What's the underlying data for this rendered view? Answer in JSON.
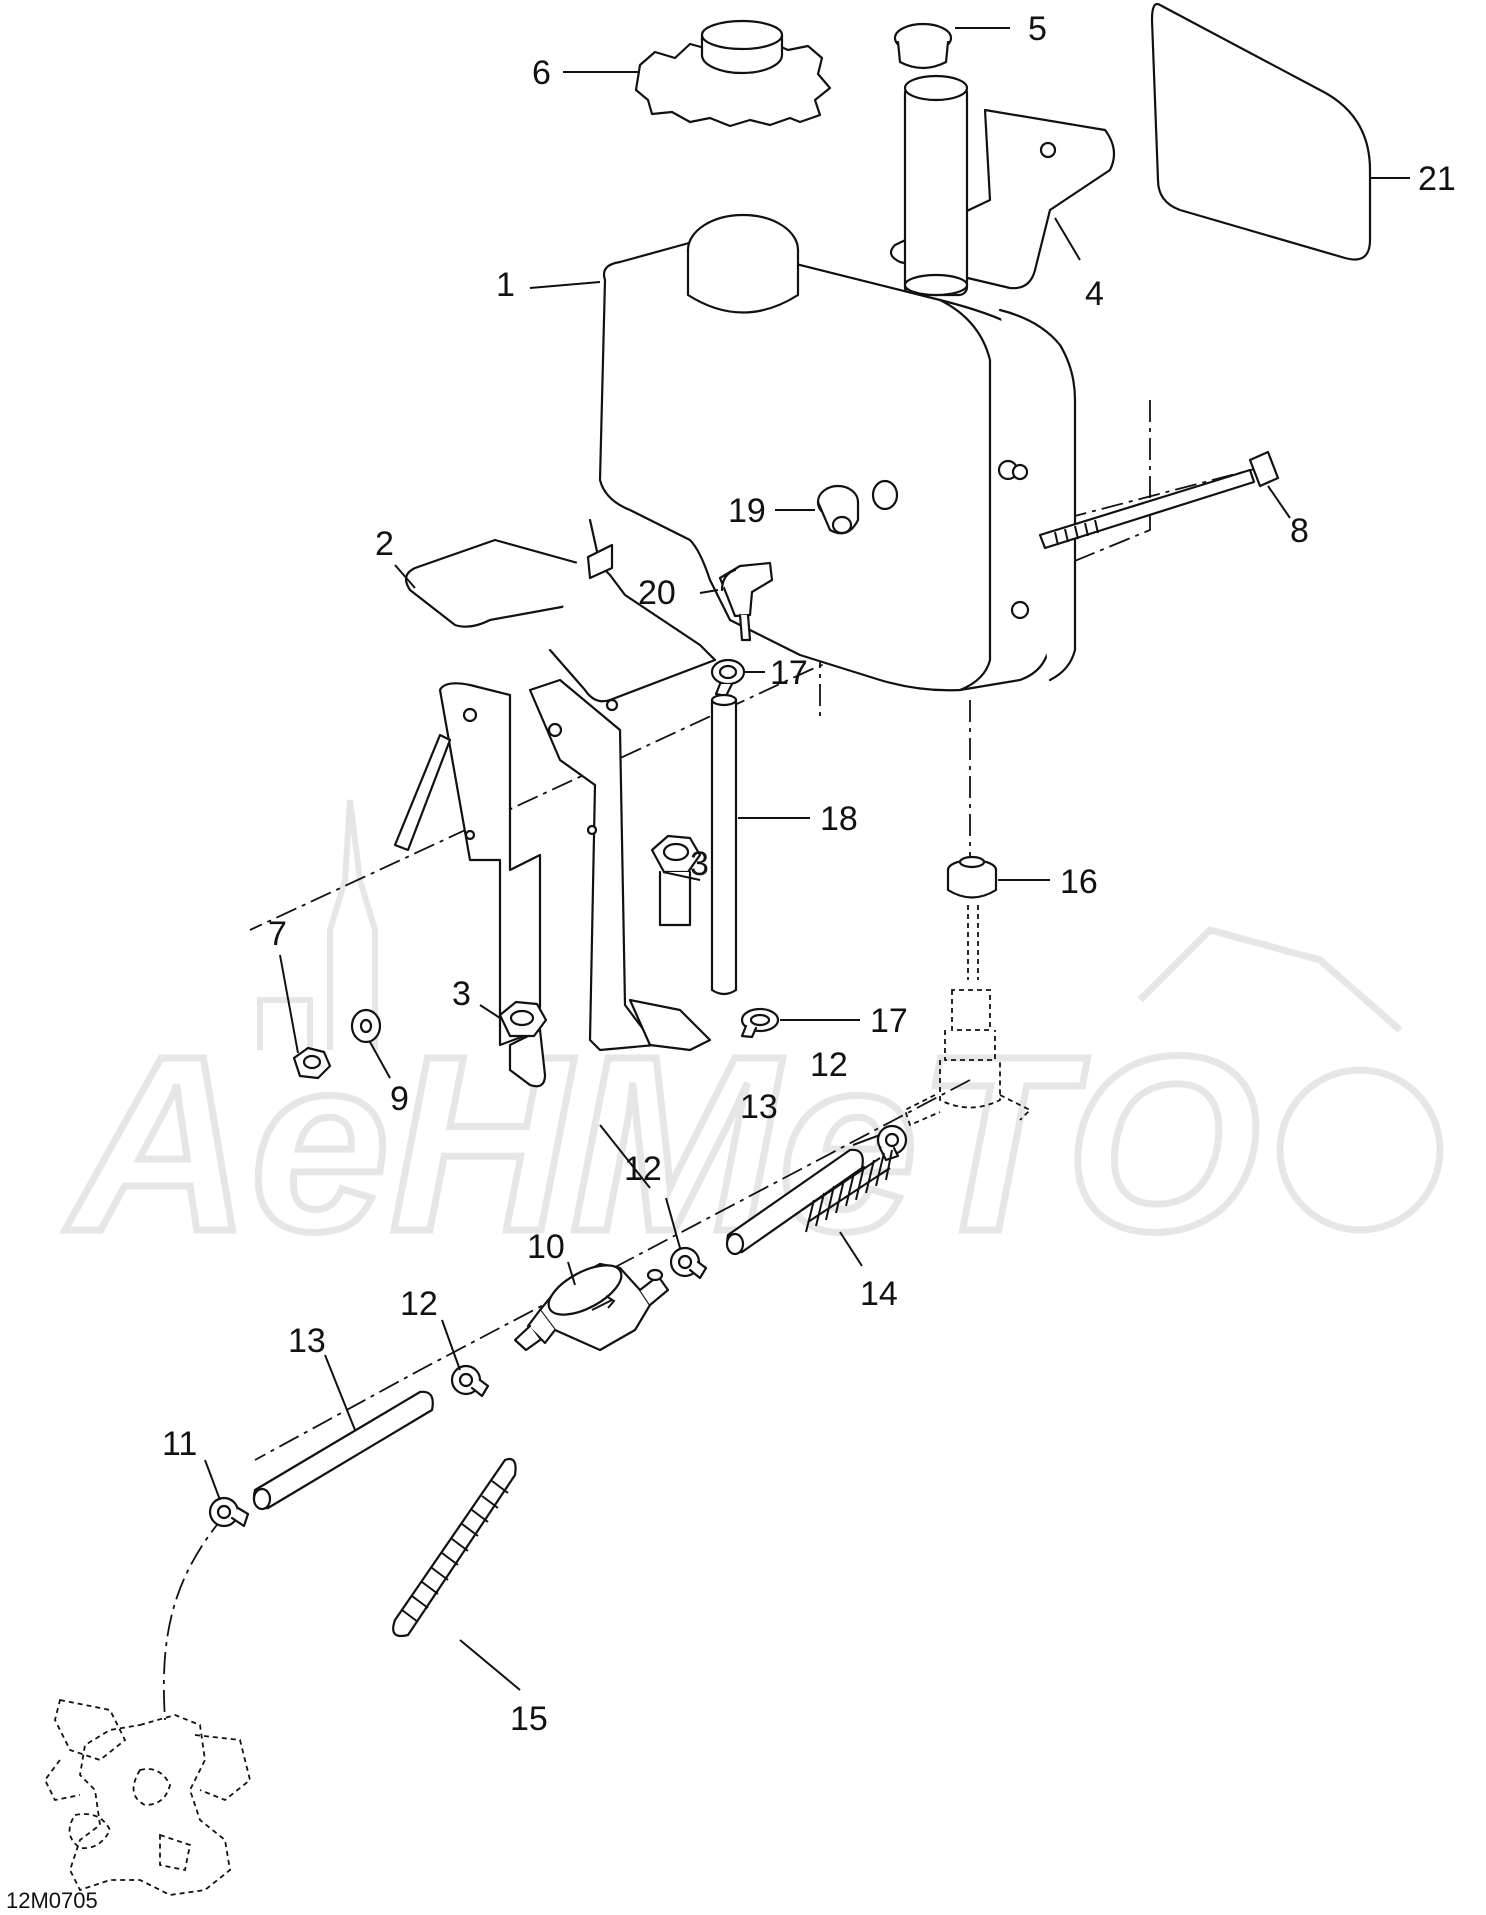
{
  "watermark": "AeHMeTO",
  "drawing_code": "12M0705",
  "callouts": [
    {
      "id": "1",
      "label": "1"
    },
    {
      "id": "2",
      "label": "2"
    },
    {
      "id": "3a",
      "label": "3"
    },
    {
      "id": "3b",
      "label": "3"
    },
    {
      "id": "4",
      "label": "4"
    },
    {
      "id": "5",
      "label": "5"
    },
    {
      "id": "6",
      "label": "6"
    },
    {
      "id": "7",
      "label": "7"
    },
    {
      "id": "8",
      "label": "8"
    },
    {
      "id": "9",
      "label": "9"
    },
    {
      "id": "10",
      "label": "10"
    },
    {
      "id": "11",
      "label": "11"
    },
    {
      "id": "12a",
      "label": "12"
    },
    {
      "id": "12b",
      "label": "12"
    },
    {
      "id": "12c",
      "label": "12"
    },
    {
      "id": "13a",
      "label": "13"
    },
    {
      "id": "13b",
      "label": "13"
    },
    {
      "id": "14",
      "label": "14"
    },
    {
      "id": "15",
      "label": "15"
    },
    {
      "id": "16",
      "label": "16"
    },
    {
      "id": "17a",
      "label": "17"
    },
    {
      "id": "17b",
      "label": "17"
    },
    {
      "id": "18",
      "label": "18"
    },
    {
      "id": "19",
      "label": "19"
    },
    {
      "id": "20",
      "label": "20"
    },
    {
      "id": "21",
      "label": "21"
    }
  ],
  "colors": {
    "ink": "#111111",
    "watermark": "#e6e6e6",
    "background": "#ffffff"
  }
}
